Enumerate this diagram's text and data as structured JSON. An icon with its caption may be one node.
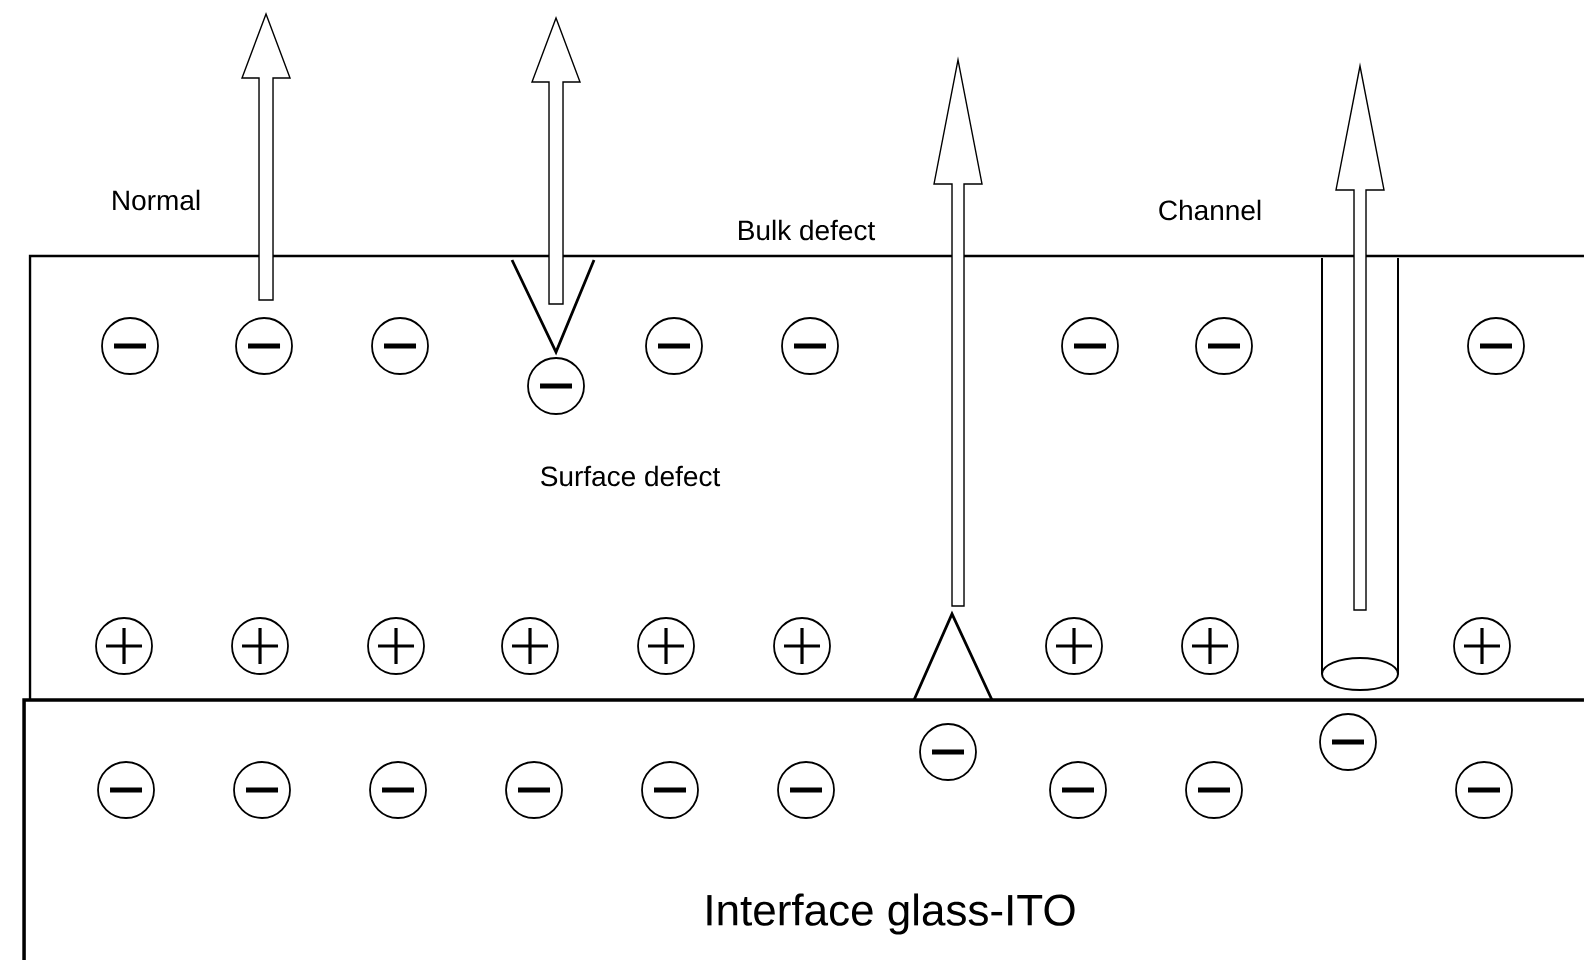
{
  "diagram": {
    "labels": [
      "Normal",
      "Bulk defect",
      "Channel",
      "Surface defect",
      "Interface glass-ITO"
    ]
  }
}
